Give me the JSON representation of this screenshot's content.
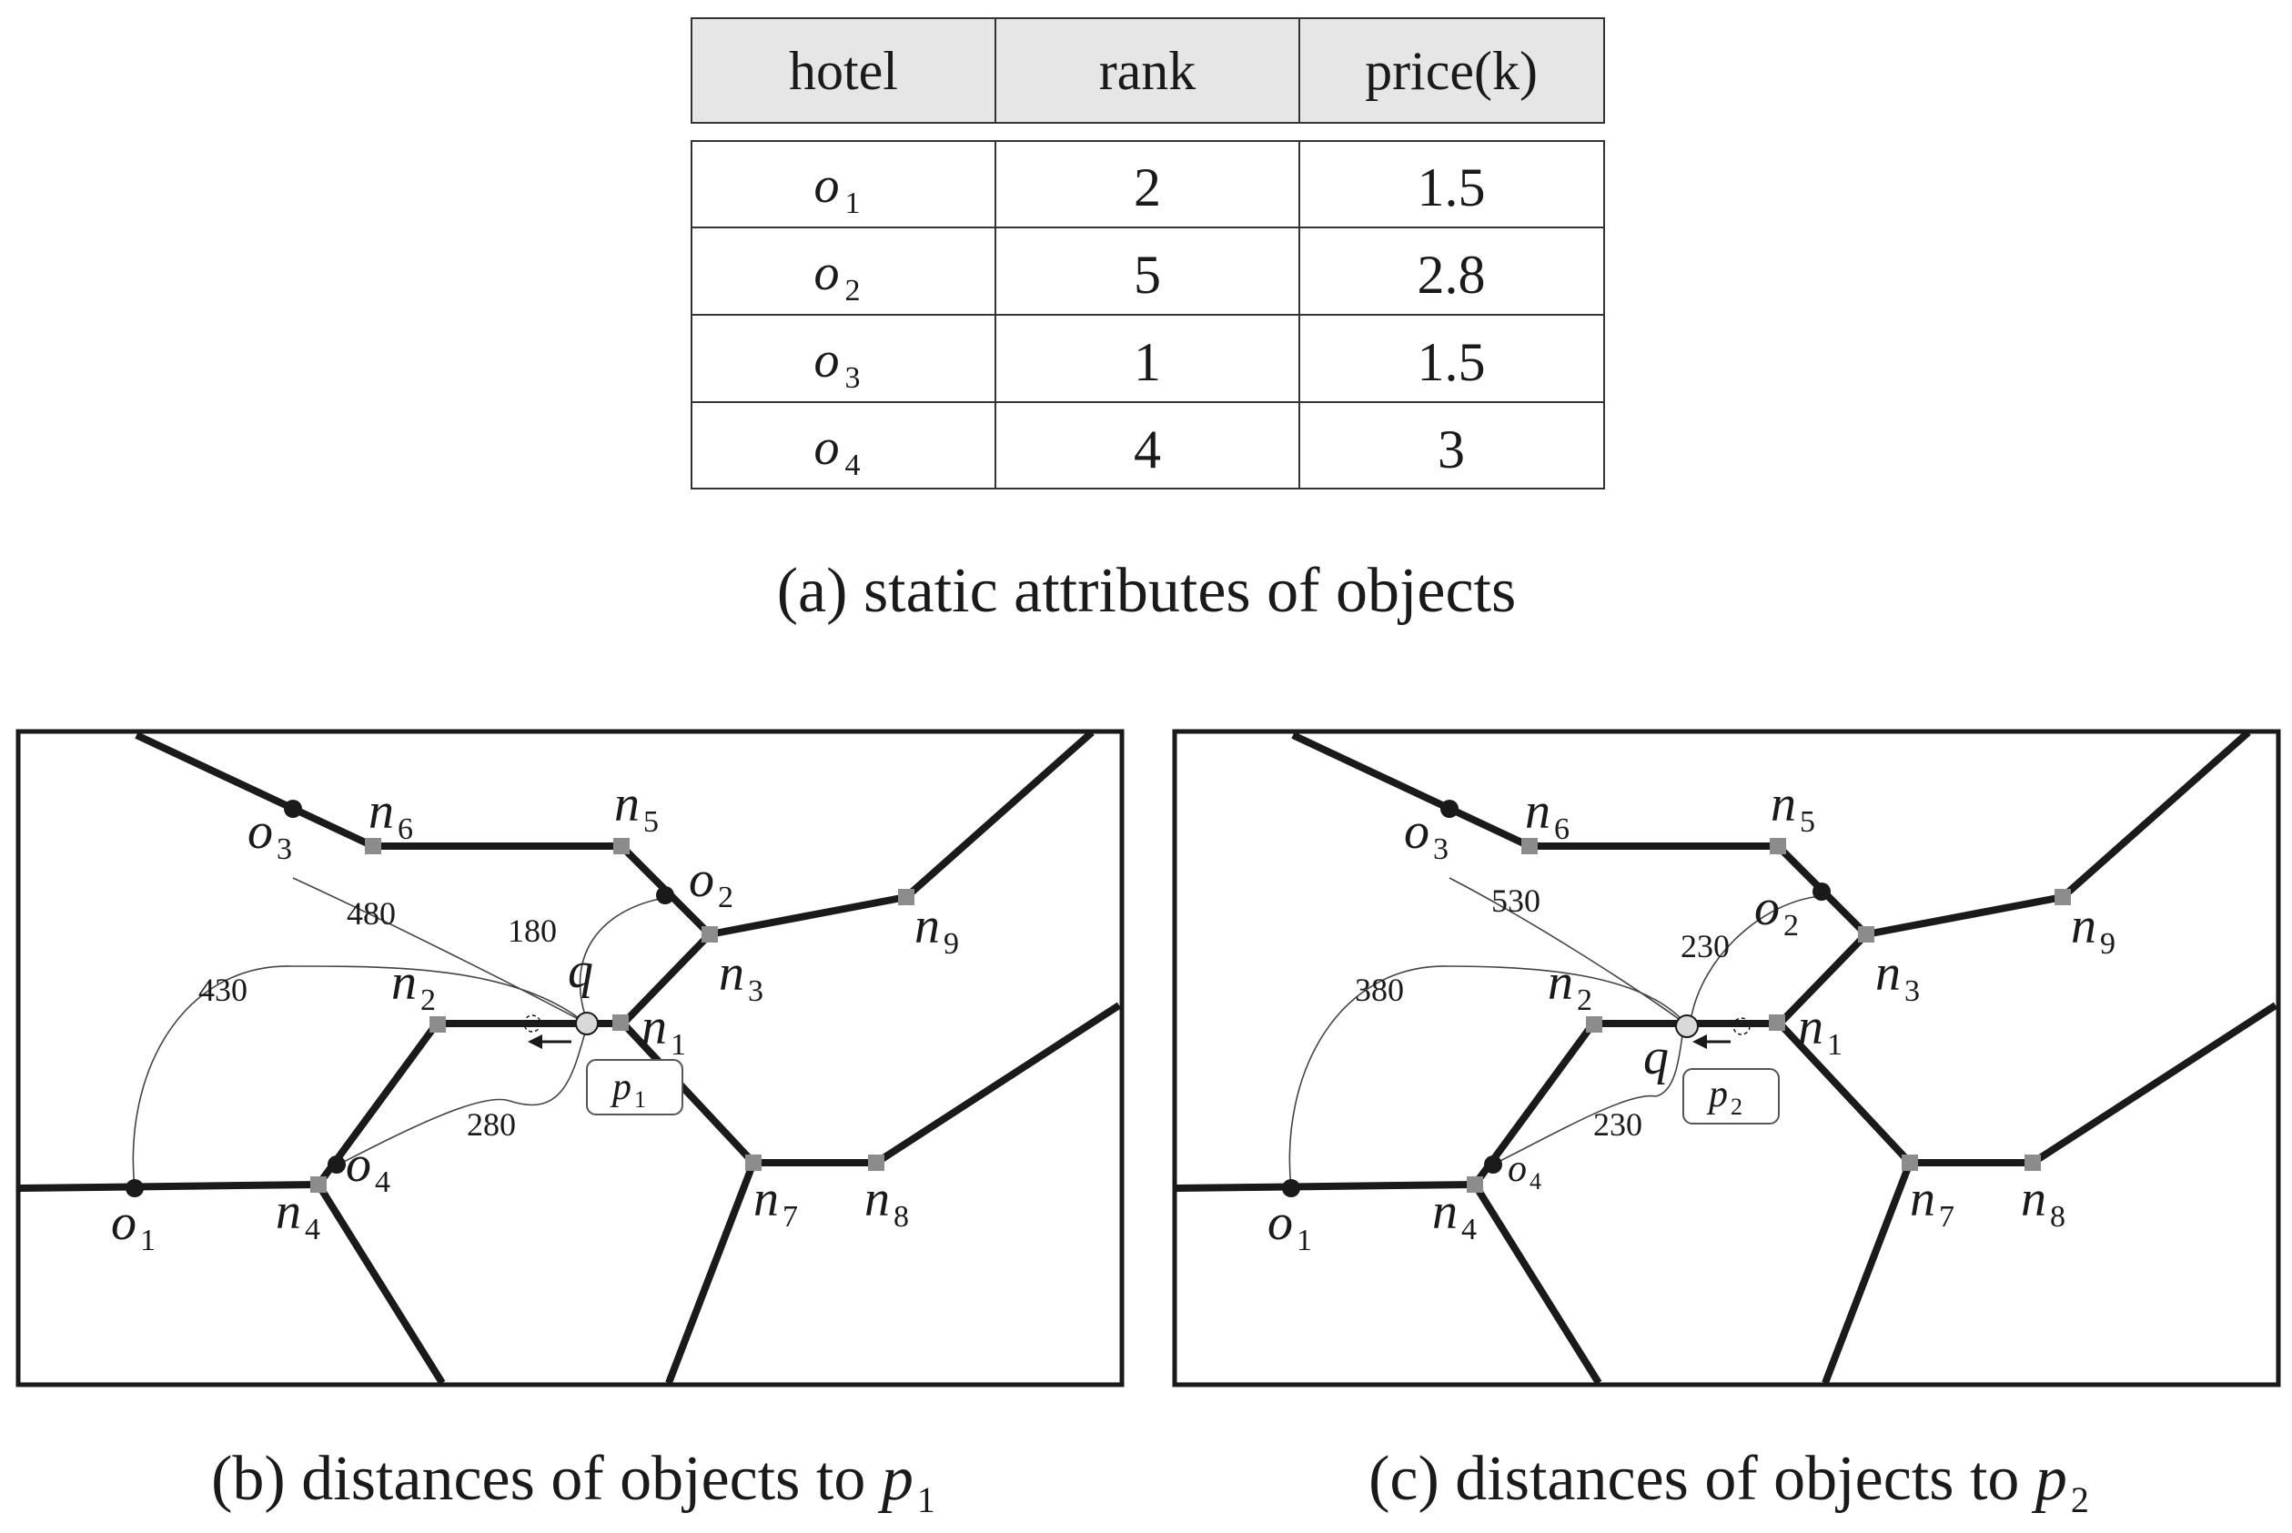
{
  "table": {
    "headers": [
      "hotel",
      "rank",
      "price(k)"
    ],
    "rows": [
      {
        "hotel": "o",
        "sub": "1",
        "rank": "2",
        "price": "1.5"
      },
      {
        "hotel": "o",
        "sub": "2",
        "rank": "5",
        "price": "2.8"
      },
      {
        "hotel": "o",
        "sub": "3",
        "rank": "1",
        "price": "1.5"
      },
      {
        "hotel": "o",
        "sub": "4",
        "rank": "4",
        "price": "3"
      }
    ]
  },
  "captions": {
    "a": "(a) static attributes of objects",
    "b_text": "(b) distances of objects to ",
    "b_var": "p",
    "b_sub": "1",
    "c_text": "(c) distances of objects to ",
    "c_var": "p",
    "c_sub": "2"
  },
  "panels": {
    "b": {
      "query": "q",
      "point": {
        "var": "p",
        "sub": "1"
      },
      "distances": {
        "o1": "430",
        "o2": "180",
        "o3": "480",
        "o4": "280"
      }
    },
    "c": {
      "query": "q",
      "point": {
        "var": "p",
        "sub": "2"
      },
      "distances": {
        "o1": "380",
        "o2": "230",
        "o3": "530",
        "o4": "230"
      }
    }
  },
  "labels": {
    "node_var": "n",
    "object_var": "o",
    "nodes": [
      "1",
      "2",
      "3",
      "4",
      "5",
      "6",
      "7",
      "8",
      "9"
    ],
    "objects": [
      "1",
      "2",
      "3",
      "4"
    ]
  },
  "colors": {
    "ink": "#1a1a1a",
    "node_fill": "#8c8c8c",
    "table_header_bg": "#e6e6e6",
    "query_fill": "#d9d9d9"
  }
}
